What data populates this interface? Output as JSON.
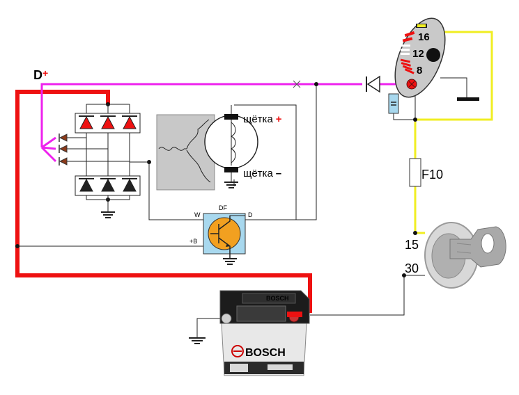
{
  "labels": {
    "d_plus": "D",
    "d_plus_sign": "+",
    "brush_plus": "щётка",
    "brush_plus_sign": "+",
    "brush_minus": "щётка",
    "brush_minus_sign": "–",
    "regulator_w": "W",
    "regulator_df": "DF",
    "regulator_d": "D",
    "regulator_b": "+B",
    "fuse": "F10",
    "terminal_15": "15",
    "terminal_30": "30",
    "gauge_16": "16",
    "gauge_12": "12",
    "gauge_8": "8",
    "battery_brand": "BOSCH",
    "battery_brand_top": "BOSCH"
  },
  "colors": {
    "battery_cable": "#ee1111",
    "excitation_wire": "#ee22ee",
    "fuse_wire": "#f0ee22",
    "diode_red": "#ee1111",
    "diode_dark": "#222222",
    "stator_fill": "#c8c8c8",
    "regulator_fill": "#a8d8ee",
    "transistor_fill": "#f2a020",
    "gauge_fill": "#c9c9c9",
    "gauge_red": "#ee1111",
    "battery_body": "#e8e8e8",
    "battery_top": "#1c1c1c"
  },
  "icons": {
    "diode_bridge": "rectifier-bridge-icon",
    "alternator": "alternator-icon",
    "regulator": "voltage-regulator-icon",
    "battery": "battery-icon",
    "ignition_key": "ignition-key-icon",
    "gauge": "voltmeter-gauge-icon",
    "ground": "ground-icon",
    "fuse": "fuse-icon"
  }
}
